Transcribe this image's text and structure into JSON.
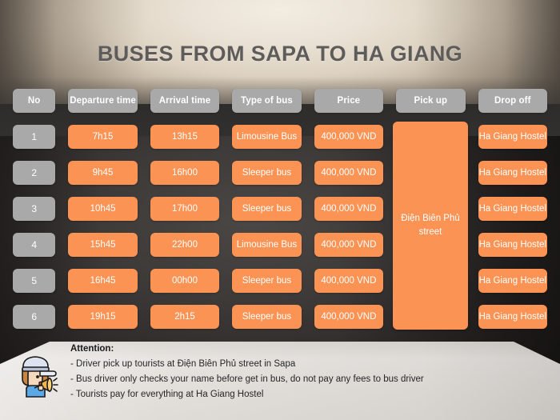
{
  "title": "BUSES FROM SAPA TO HA GIANG",
  "table": {
    "headers": [
      "No",
      "Departure time",
      "Arrival time",
      "Type of bus",
      "Price",
      "Pick up",
      "Drop off"
    ],
    "pickup_merged": "Điện Biên Phủ street",
    "rows": [
      {
        "no": "1",
        "departure": "7h15",
        "arrival": "13h15",
        "type": "Limousine Bus",
        "price": "400,000 VND",
        "dropoff": "Ha Giang Hostel"
      },
      {
        "no": "2",
        "departure": "9h45",
        "arrival": "16h00",
        "type": "Sleeper bus",
        "price": "400,000 VND",
        "dropoff": "Ha Giang Hostel"
      },
      {
        "no": "3",
        "departure": "10h45",
        "arrival": "17h00",
        "type": "Sleeper bus",
        "price": "400,000 VND",
        "dropoff": "Ha Giang Hostel"
      },
      {
        "no": "4",
        "departure": "15h45",
        "arrival": "22h00",
        "type": "Limousine Bus",
        "price": "400,000 VND",
        "dropoff": "Ha Giang Hostel"
      },
      {
        "no": "5",
        "departure": "16h45",
        "arrival": "00h00",
        "type": "Sleeper bus",
        "price": "400,000 VND",
        "dropoff": "Ha Giang Hostel"
      },
      {
        "no": "6",
        "departure": "19h15",
        "arrival": "2h15",
        "type": "Sleeper bus",
        "price": "400,000 VND",
        "dropoff": "Ha Giang Hostel"
      }
    ]
  },
  "note": {
    "icon": "announcer-megaphone-icon",
    "heading": "Attention:",
    "lines": [
      "- Driver pick up tourists at Điện Biên Phủ street in Sapa",
      "- Bus driver only checks your name before get in bus, do not pay any fees to bus driver",
      "- Tourists pay for everything at Ha Giang Hostel"
    ]
  },
  "colors": {
    "accent_orange": "#fb9354",
    "header_gray": "#a9a9a9",
    "title_gray": "#5e5c5b",
    "panel_light": "#e6e3df",
    "backdrop_dark": "#2f2d2c"
  }
}
